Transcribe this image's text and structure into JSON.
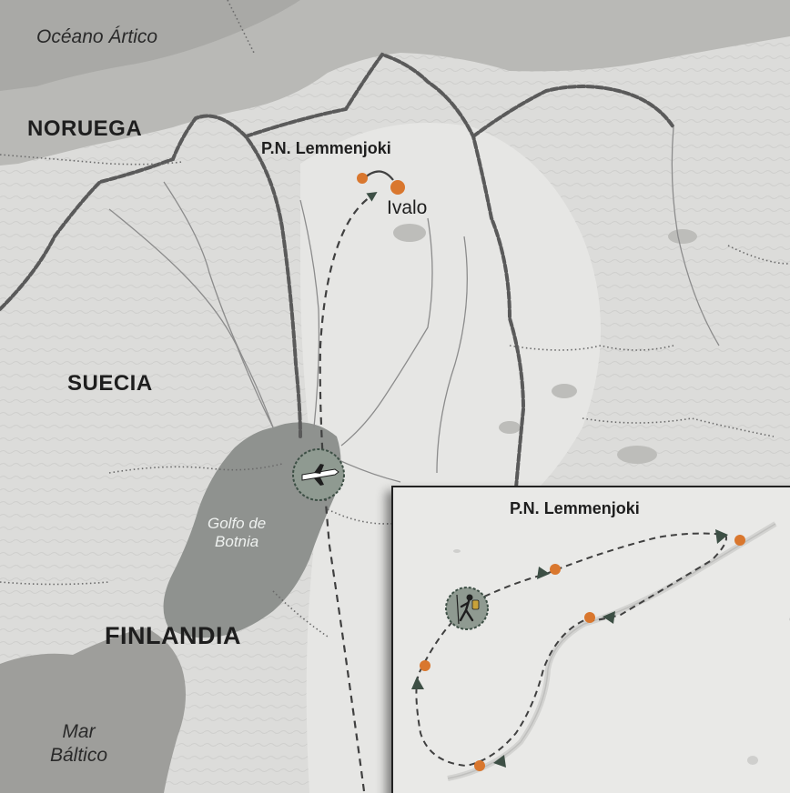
{
  "labels": {
    "arctic_ocean": "Océano Ártico",
    "norway": "NORUEGA",
    "sweden": "SUECIA",
    "finland": "FINLANDIA",
    "gulf_line1": "Golfo de",
    "gulf_line2": "Botnia",
    "baltic_line1": "Mar",
    "baltic_line2": "Báltico",
    "park": "P.N. Lemmenjoki",
    "ivalo": "Ivalo"
  },
  "inset": {
    "title": "P.N. Lemmenjoki"
  },
  "icons": {
    "flight": "airplane-icon",
    "hike": "hiker-icon"
  },
  "colors": {
    "land": "#dcdcda",
    "sea": "#9e9e9b",
    "gulf": "#8f928f",
    "border": "#5a5a5a",
    "river": "#8c8c8c",
    "route": "#404040",
    "arrow": "#3d4f45",
    "stop": "#d9772e",
    "badge": "#8f9a91"
  }
}
